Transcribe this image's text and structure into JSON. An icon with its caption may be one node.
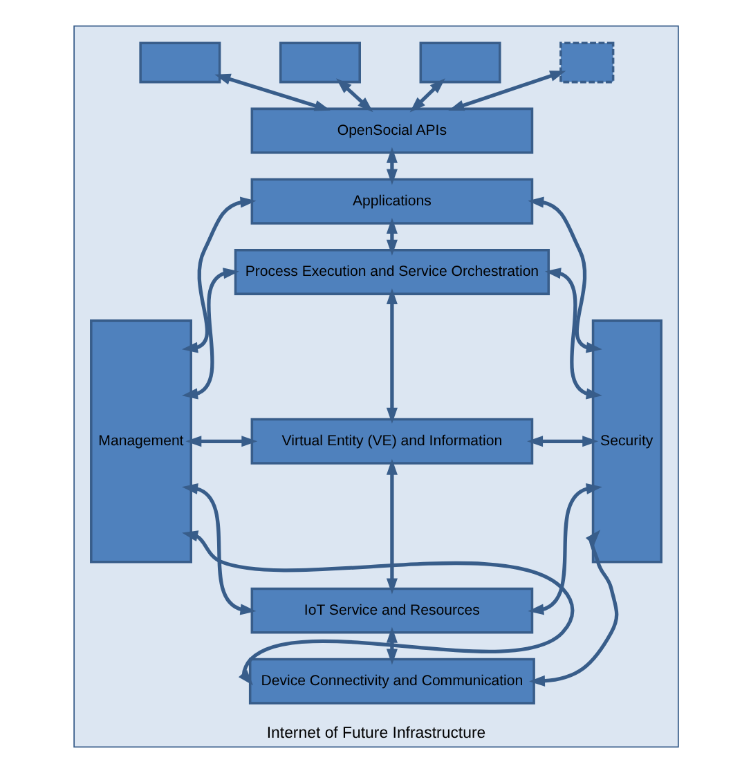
{
  "diagram": {
    "nodes": [
      {
        "text": [
          "Internet of Future Infrastructure"
        ]
      },
      {
        "text": [],
        "shape": "box",
        "in": 0
      },
      {
        "text": [],
        "shape": "box",
        "in": 0
      },
      {
        "text": [],
        "shape": "box",
        "in": 0
      },
      {
        "text": [],
        "shape": "box",
        "in": 0
      },
      {
        "text": [
          "OpenSocial APIs"
        ],
        "in": 0
      },
      {
        "text": [
          "Management"
        ],
        "in": 0
      },
      {
        "text": [
          "Applications"
        ],
        "in": 0
      },
      {
        "text": [
          "Process Execution and Service Orchestration"
        ],
        "in": 0
      },
      {
        "text": [
          "Virtual Entity (VE) and Information"
        ],
        "in": 0
      },
      {
        "text": [
          "IoT Service and Resources"
        ],
        "in": 0
      },
      {
        "text": [
          "Device Connectivity and Communication"
        ],
        "in": 0
      },
      {
        "text": [
          "Security"
        ],
        "in": 0
      }
    ],
    "edges": [
      {
        "from": 1,
        "to": 5,
        "arrow": "both"
      },
      {
        "from": 2,
        "to": 5,
        "arrow": "both"
      },
      {
        "from": 3,
        "to": 5,
        "arrow": "both"
      },
      {
        "from": 4,
        "to": 5,
        "arrow": "both"
      },
      {
        "from": 5,
        "to": 7,
        "arrow": "both"
      },
      {
        "from": 7,
        "to": 8,
        "arrow": "both"
      },
      {
        "from": 8,
        "to": 9,
        "arrow": "both"
      },
      {
        "from": 9,
        "to": 10,
        "arrow": "both"
      },
      {
        "from": 10,
        "to": 11,
        "arrow": "both"
      },
      {
        "from": 6,
        "to": 7,
        "arrow": "both"
      },
      {
        "from": 6,
        "to": 8,
        "arrow": "both"
      },
      {
        "from": 6,
        "to": 9,
        "arrow": "both"
      },
      {
        "from": 6,
        "to": 10,
        "arrow": "both"
      },
      {
        "from": 6,
        "to": 11,
        "arrow": "both"
      },
      {
        "from": 7,
        "to": 12,
        "arrow": "both"
      },
      {
        "from": 8,
        "to": 12,
        "arrow": "both"
      },
      {
        "from": 9,
        "to": 12,
        "arrow": "both"
      },
      {
        "from": 10,
        "to": 12,
        "arrow": "both"
      },
      {
        "from": 11,
        "to": 12,
        "arrow": "both"
      }
    ]
  }
}
